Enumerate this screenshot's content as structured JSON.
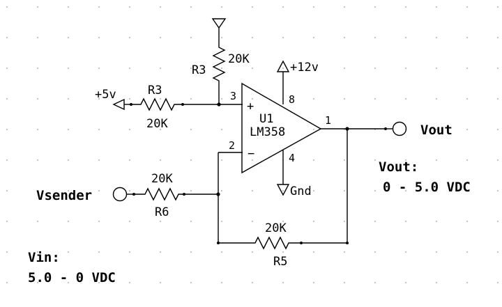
{
  "labels": {
    "r3_top_ref": "R3",
    "r3_top_value": "20K",
    "r3_left_ref": "R3",
    "r3_left_value": "20K",
    "supply_5v": "+5v",
    "supply_12v": "+12v",
    "ground": "Gnd",
    "pin_3": "3",
    "pin_2": "2",
    "pin_8": "8",
    "pin_4": "4",
    "pin_1": "1",
    "plus_sign": "+",
    "minus_sign": "−",
    "u1_ref": "U1",
    "u1_part": "LM358",
    "vout_port": "Vout",
    "vsender_port": "Vsender",
    "r6_value": "20K",
    "r6_ref": "R6",
    "r5_value": "20K",
    "r5_ref": "R5",
    "vout_title": "Vout:",
    "vout_range": "0 - 5.0 VDC",
    "vin_title": "Vin:",
    "vin_range": "5.0 - 0 VDC"
  }
}
